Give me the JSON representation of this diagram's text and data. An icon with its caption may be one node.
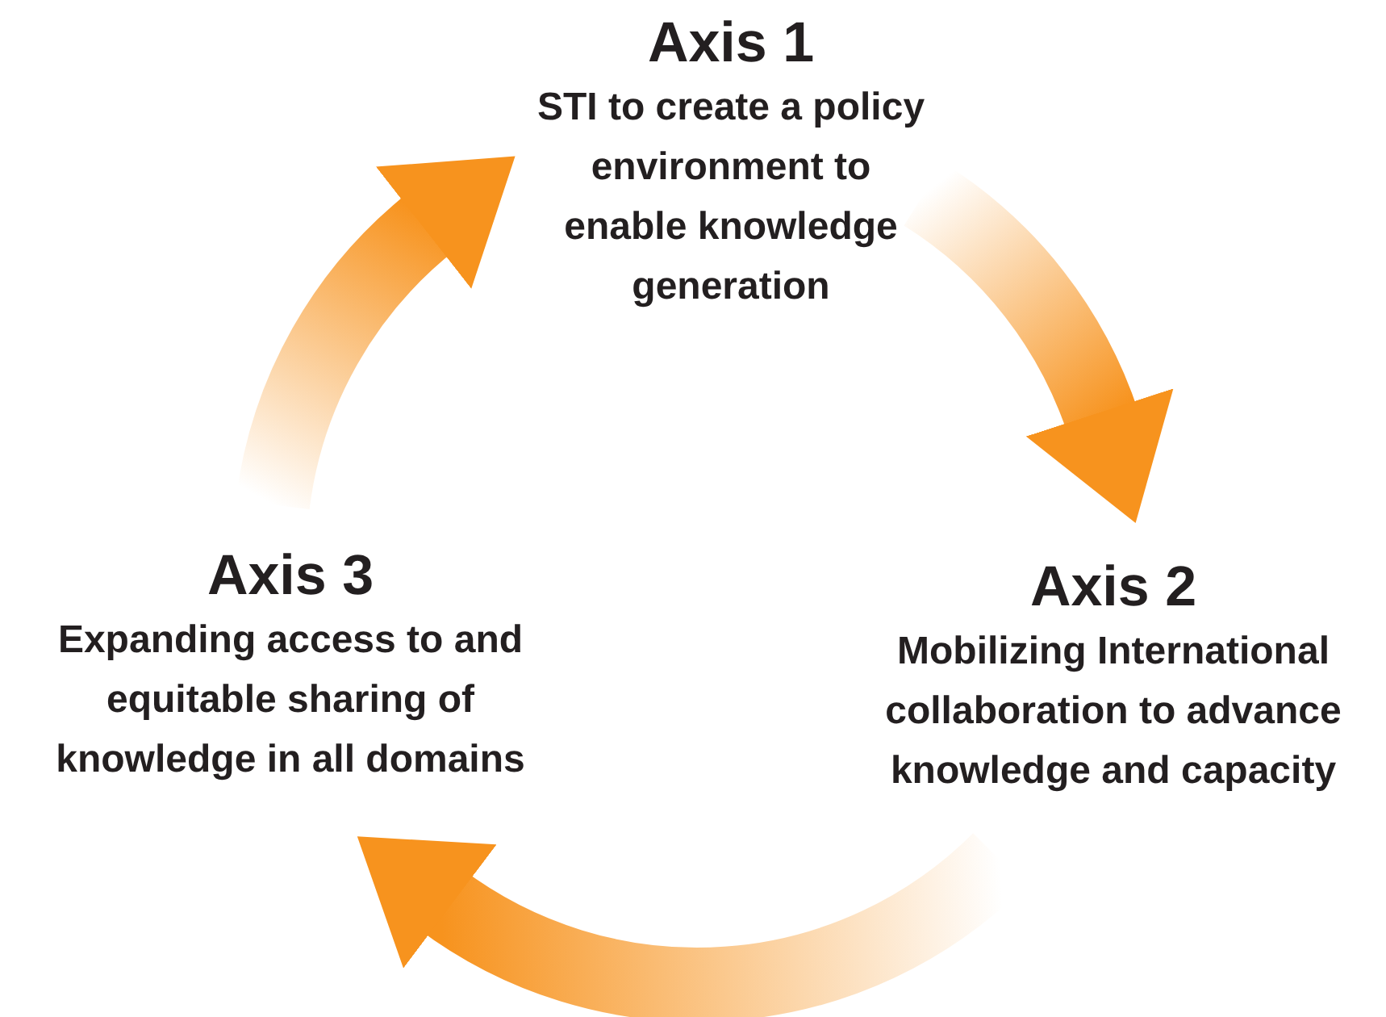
{
  "diagram": {
    "nodes": [
      {
        "text": [
          "Axis 1",
          "STI to create a policy environment to enable knowledge generation"
        ]
      },
      {
        "text": [
          "Axis 2",
          "Mobilizing International collaboration to advance knowledge and capacity"
        ]
      },
      {
        "text": [
          "Axis 3",
          "Expanding access to and equitable sharing of knowledge in all domains"
        ]
      }
    ],
    "edges": [
      {
        "from": 0,
        "to": 1,
        "arrow": "to",
        "color": "#f7931e"
      },
      {
        "from": 1,
        "to": 2,
        "arrow": "to",
        "color": "#f7931e"
      },
      {
        "from": 2,
        "to": 0,
        "arrow": "to",
        "color": "#f7931e"
      }
    ]
  }
}
